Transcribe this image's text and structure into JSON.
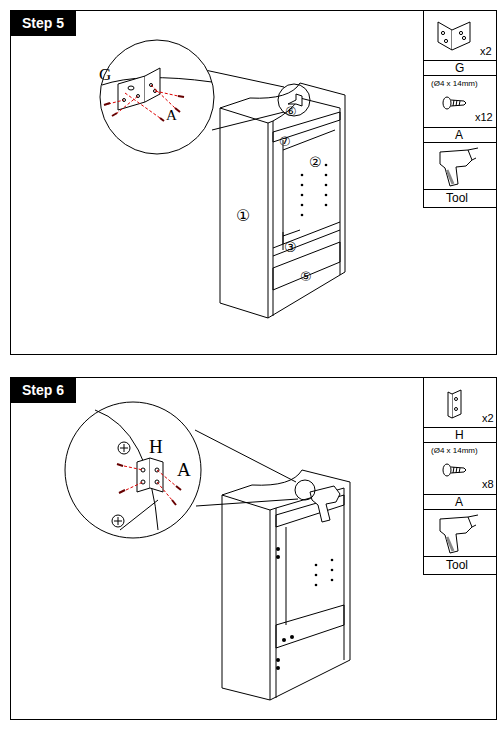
{
  "diagram": {
    "nodes": [
      {
        "text": [
          "Step 5"
        ]
      },
      {
        "text": [
          "Step 6"
        ]
      }
    ],
    "labels": [
      "G",
      "A",
      "①",
      "⑥",
      "⑦",
      "②",
      "③",
      "⑤",
      "x2",
      "G",
      "(Ø4 x 14mm)",
      "x12",
      "A",
      "Tool",
      "H",
      "A",
      "x2",
      "H",
      "(Ø4 x 14mm)",
      "x8",
      "A",
      "Tool"
    ]
  }
}
